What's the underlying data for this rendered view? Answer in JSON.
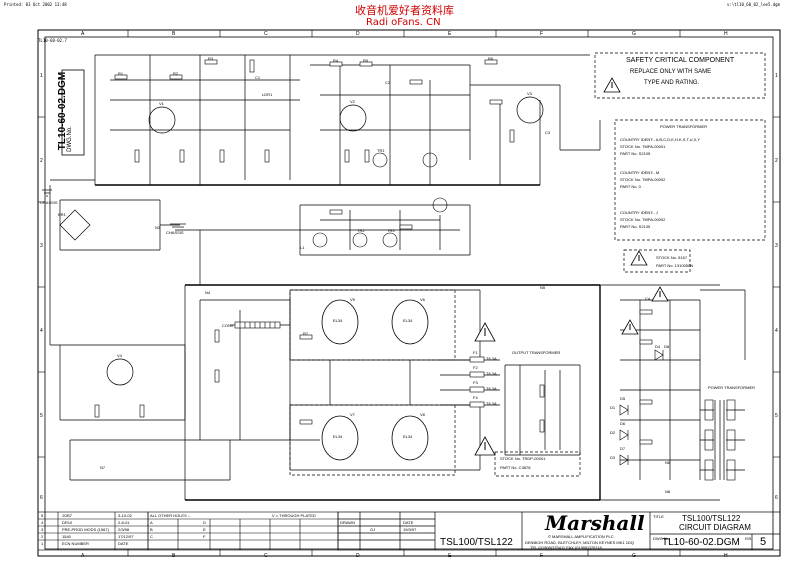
{
  "header": {
    "printed": "Printed: 03 Oct 2002 13:48",
    "path": "v:\\tl10_60_02_lee5.dgm",
    "watermark_cn": "收音机爱好者资料库",
    "watermark_site": "Radi oFans. CN",
    "sheet_ref": "TL10-60-02.7"
  },
  "columns_top": [
    "A",
    "B",
    "C",
    "D",
    "E",
    "F",
    "G",
    "H"
  ],
  "columns_bottom": [
    "A",
    "B",
    "C",
    "D",
    "E",
    "F",
    "G",
    "H"
  ],
  "rows": [
    "1",
    "2",
    "3",
    "4",
    "5",
    "6"
  ],
  "dwg_label": "TL10-60-02.DGM",
  "dwg_prefix": "DWG.No.",
  "safety_box": {
    "title": "SAFETY CRITICAL COMPONENT",
    "line1": "REPLACE ONLY WITH SAME",
    "line2": "TYPE AND RATING."
  },
  "power_transformer_box": {
    "title": "POWER TRANSFORMER",
    "country1": "COUNTRY IDENT:- A,B,C,D,E,H,K,S,T,U,X,Y",
    "stock1": "STOCK No. TMPA-00001",
    "part1": "PART No. S2105",
    "country2": "COUNTRY IDENT:- M",
    "stock2": "STOCK No. TMPA-00002",
    "part2": "PART No. 0",
    "country3": "COUNTRY IDENT:- J",
    "stock3": "STOCK No. TMPA-00002",
    "part3": "PART No. S2135"
  },
  "stock_label": {
    "stock": "STOCK No. 5167",
    "part": "PART No. 1310050N"
  },
  "output_transformer_label": "OUTPUT TRANSFORMER",
  "output_stock": {
    "stock": "STOCK No. TRDP-00001",
    "part": "PART No. C3878"
  },
  "power_transformer_right": "POWER TRANSFORMER",
  "chassis1": "CHASSIS",
  "chassis2": "CHASSIS",
  "components": {
    "valves": [
      "V1",
      "V2",
      "V3",
      "V4",
      "V5",
      "V6",
      "V7",
      "V8"
    ],
    "power_valves": [
      "EL34",
      "EL34",
      "EL34",
      "EL34"
    ],
    "fuses": [
      "F1",
      "F2",
      "F3",
      "F4"
    ],
    "fuse_ratings": [
      "T6.3A",
      "T6.3A",
      "T6.3A",
      "T6.3A"
    ],
    "misc": [
      "BR1",
      "CON1",
      "R1",
      "R2",
      "R3",
      "R4",
      "R5",
      "R6",
      "R7",
      "C1",
      "C2",
      "C3",
      "C4",
      "D1",
      "D2",
      "D3",
      "D4",
      "D5",
      "D6",
      "D7",
      "D8",
      "TR1",
      "TR2",
      "TR3",
      "LDR1",
      "L1",
      "N3",
      "N4",
      "N5",
      "N6",
      "N7",
      "N8"
    ]
  },
  "revisions": {
    "rows": [
      {
        "no": "5",
        "desc": "JOB7",
        "date": "3-10-02"
      },
      {
        "no": "4",
        "desc": "DR10",
        "date": "2-8-01"
      },
      {
        "no": "3",
        "desc": "PRE-PROD MODS (1567)",
        "date": "2/3/98"
      },
      {
        "no": "2",
        "desc": "1540",
        "date": "17/12/97"
      },
      {
        "no": "1",
        "desc": "ECN NUMBER",
        "date": "DATE"
      }
    ],
    "all_other_holes": "ALL OTHER HOLES :-",
    "through_plated": "V = THROUGH PLATED",
    "hole_letters": [
      "A",
      "B",
      "C",
      "D",
      "E",
      "F"
    ]
  },
  "title_block": {
    "drawn": "DRAWN",
    "date_label": "DATE",
    "date_value": "19/3/97",
    "drawn_value": "GJ",
    "model": "TSL100/TSL122",
    "brand": "Marshall",
    "company": "© MARSHALL AMPLIFICATION PLC",
    "address1": "DENBIGH ROAD, BLETCHLEY, MILTON KEYNES MK1 1DQ",
    "address2": "TEL (01908)375411  FAX (01908)376118",
    "title_label": "TITLE",
    "title_line1": "TSL100/TSL122",
    "title_line2": "CIRCUIT DIAGRAM",
    "dwg_no_label": "DWG No.",
    "dwg_no": "TL10-60-02.DGM",
    "issue_label": "ISS",
    "issue": "5"
  }
}
